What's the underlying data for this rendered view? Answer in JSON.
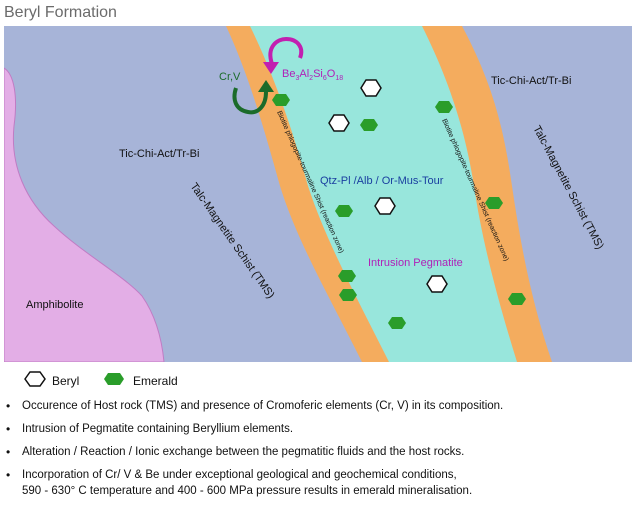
{
  "title": "Beryl Formation",
  "regions": {
    "left_host": "Tic-Chi-Act/Tr-Bi",
    "right_host": "Tic-Chi-Act/Tr-Bi",
    "amphibolite": "Amphibolite",
    "tms_left": "Talc-Magnetite Schist (TMS)",
    "tms_right": "Talc-Magnetite Schist (TMS)",
    "reaction_left": "Biotite phlogopite-tourmaline Shist (reaction zone)",
    "reaction_right": "Biotite phlogopite-tourmaline Shist (reaction zone)",
    "pegmatite_mineralogy": "Qtz-Pl /Alb / Or-Mus-Tour",
    "pegmatite": "Intrusion Pegmatite"
  },
  "exchange": {
    "crv": "Cr,V",
    "beryl_formula": "Be3Al2Si6O18"
  },
  "legend": {
    "beryl": "Beryl",
    "emerald": "Emerald"
  },
  "notes": [
    "Occurence of Host rock (TMS) and presence of Cromoferic elements (Cr, V) in its composition.",
    "Intrusion of Pegmatite containing Beryllium elements.",
    "Alteration / Reaction / Ionic exchange between the pegmatitic fluids and the host rocks.",
    "Incorporation of Cr/ V & Be under exceptional geological and geochemical conditions,",
    "590 - 630° C temperature and 400 - 600 MPa pressure results in emerald mineralisation."
  ],
  "colors": {
    "host": "#a7b4d8",
    "amphibolite": "#e3aee6",
    "reaction": "#f4ac5e",
    "pegmatite": "#98e6dc",
    "emerald": "#2a9d2a",
    "beryl_arrow": "#c21fb0",
    "crv_arrow": "#1b6b2a",
    "pegmatite_label": "#b020b8",
    "mineral_label": "#1a3fa0"
  }
}
